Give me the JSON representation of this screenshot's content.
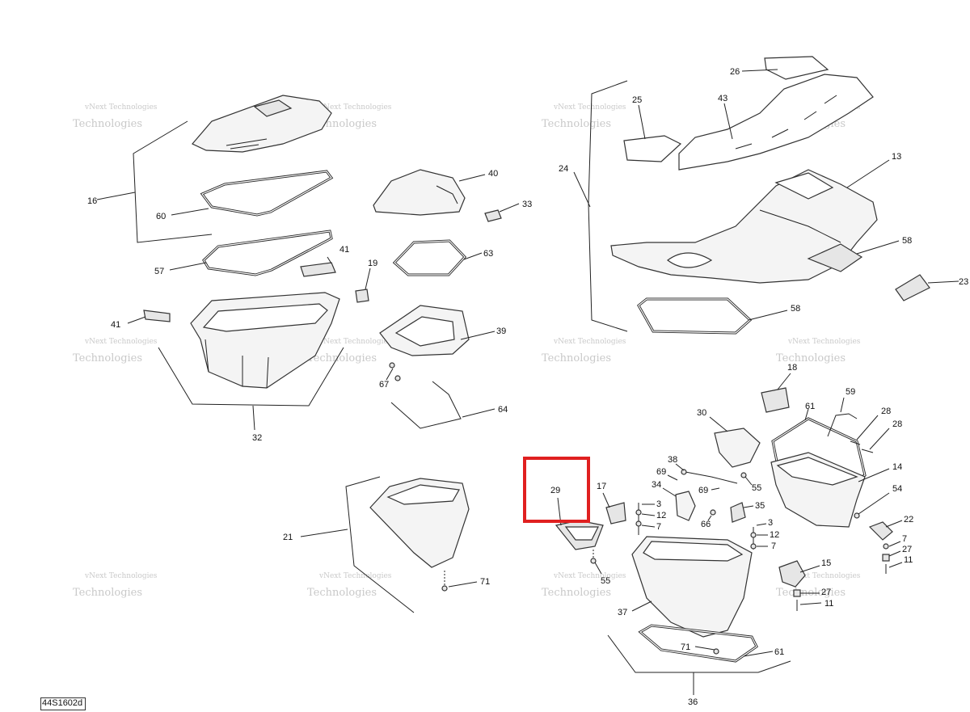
{
  "diagram": {
    "page_code": "44S1602d",
    "watermark_line1": "vNext Technologies",
    "watermark_line2": "Technologies",
    "highlight_color": "#e02020",
    "highlighted_part": "29"
  },
  "callouts": {
    "p3": "3",
    "p3b": "3",
    "p7": "7",
    "p7b": "7",
    "p7c": "7",
    "p11": "11",
    "p11b": "11",
    "p12": "12",
    "p12b": "12",
    "p13": "13",
    "p14": "14",
    "p15": "15",
    "p16": "16",
    "p17": "17",
    "p18": "18",
    "p19": "19",
    "p21": "21",
    "p22": "22",
    "p23": "23",
    "p24": "24",
    "p25": "25",
    "p26": "26",
    "p27": "27",
    "p27b": "27",
    "p28": "28",
    "p28b": "28",
    "p29": "29",
    "p30": "30",
    "p32": "32",
    "p33": "33",
    "p34": "34",
    "p35": "35",
    "p36": "36",
    "p37": "37",
    "p38": "38",
    "p39": "39",
    "p40": "40",
    "p41": "41",
    "p41b": "41",
    "p43": "43",
    "p54": "54",
    "p55": "55",
    "p55b": "55",
    "p57": "57",
    "p58": "58",
    "p58b": "58",
    "p59": "59",
    "p60": "60",
    "p61": "61",
    "p61b": "61",
    "p63": "63",
    "p64": "64",
    "p66": "66",
    "p67": "67",
    "p69": "69",
    "p69b": "69",
    "p71": "71",
    "p71b": "71"
  }
}
